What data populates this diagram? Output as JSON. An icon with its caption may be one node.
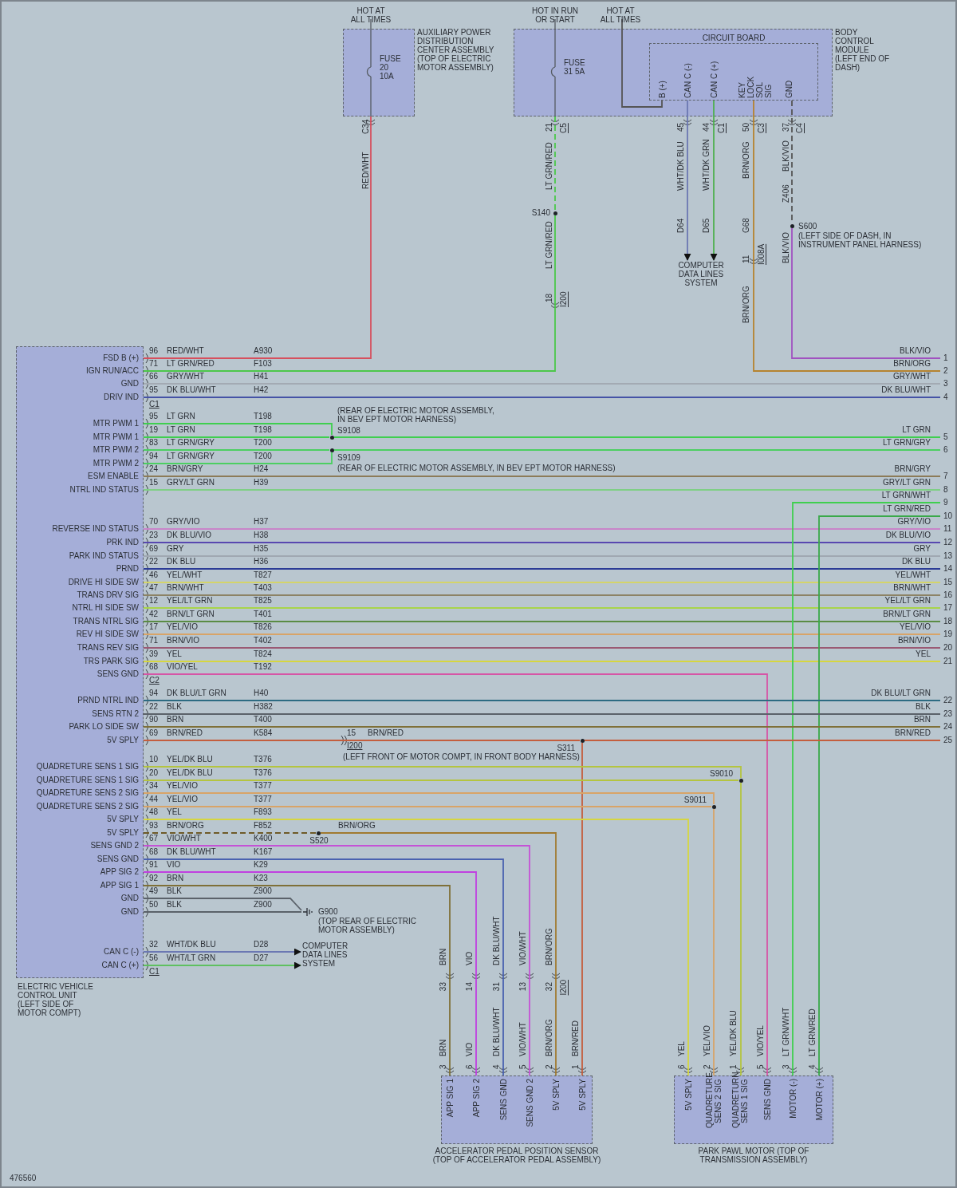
{
  "diagram": {
    "nodes": [
      {
        "text": [
          "FUSE 20 10A",
          "AUXILIARY POWER DISTRIBUTION CENTER ASSEMBLY (TOP OF ELECTRIC MOTOR ASSEMBLY)"
        ],
        "beside": [
          "HOT AT ALL TIMES"
        ]
      },
      {
        "text": [
          "FUSE 31 5A",
          "BODY CONTROL MODULE (LEFT END OF DASH)"
        ],
        "beside": [
          "HOT IN RUN OR START",
          "HOT AT ALL TIMES"
        ]
      },
      {
        "text": [
          "CIRCUIT BOARD",
          "B (+)",
          "CAN C (-)",
          "CAN C (+)",
          "KEY LOCK SOL SIG",
          "GND"
        ],
        "in": 1
      },
      {
        "text": [
          "COMPUTER DATA LINES SYSTEM"
        ]
      },
      {
        "text": [
          "S140"
        ]
      },
      {
        "text": [
          "S600"
        ],
        "beside": [
          "(LEFT SIDE OF DASH, IN INSTRUMENT PANEL HARNESS)"
        ]
      },
      {
        "text": [
          "ELECTRIC VEHICLE CONTROL UNIT (LEFT SIDE OF MOTOR COMPT)",
          "FSD B (+)",
          "IGN RUN/ACC",
          "GND",
          "DRIV IND",
          "MTR PWM 1",
          "MTR PWM 1",
          "MTR PWM 2",
          "MTR PWM 2",
          "ESM ENABLE",
          "NTRL IND STATUS",
          "REVERSE IND STATUS",
          "PRK IND",
          "PARK IND STATUS",
          "PRND",
          "DRIVE HI SIDE SW",
          "TRANS DRV SIG",
          "NTRL HI SIDE SW",
          "TRANS NTRL SIG",
          "REV HI SIDE SW",
          "TRANS REV SIG",
          "TRS PARK SIG",
          "SENS GND",
          "PRND NTRL IND",
          "SENS RTN 2",
          "PARK LO SIDE SW",
          "5V SPLY",
          "QUADRETURE SENS 1 SIG",
          "QUADRETURE SENS 1 SIG",
          "QUADRETURE SENS 2 SIG",
          "QUADRETURE SENS 2 SIG",
          "5V SPLY",
          "5V SPLY",
          "SENS GND 2",
          "SENS GND",
          "APP SIG 2",
          "APP SIG 1",
          "GND",
          "GND",
          "CAN C (-)",
          "CAN C (+)"
        ]
      },
      {
        "text": [
          "S9108"
        ],
        "beside": [
          "(REAR OF ELECTRIC MOTOR ASSEMBLY, IN BEV EPT MOTOR HARNESS)"
        ]
      },
      {
        "text": [
          "S9109"
        ],
        "beside": [
          "(REAR OF ELECTRIC MOTOR ASSEMBLY, IN BEV EPT MOTOR HARNESS)"
        ]
      },
      {
        "text": [
          "S311"
        ]
      },
      {
        "text": [
          "S9010"
        ]
      },
      {
        "text": [
          "S9011"
        ]
      },
      {
        "text": [
          "S520"
        ]
      },
      {
        "text": [
          "G900",
          "(TOP REAR OF ELECTRIC MOTOR ASSEMBLY)"
        ]
      },
      {
        "text": [
          "COMPUTER DATA LINES SYSTEM"
        ]
      },
      {
        "text": [
          "ACCELERATOR PEDAL POSITION SENSOR (TOP OF ACCELERATOR PEDAL ASSEMBLY)",
          "APP SIG 1",
          "APP SIG 2",
          "SENS GND",
          "SENS GND 2",
          "5V SPLY",
          "5V SPLY"
        ]
      },
      {
        "text": [
          "PARK PAWL MOTOR (TOP OF TRANSMISSION ASSEMBLY)",
          "5V SPLY",
          "QUADRETURE SENS 2 SIG",
          "QUADRETURN SENS 1 SIG",
          "SENS GND",
          "MOTOR (-)",
          "MOTOR (+)"
        ]
      },
      {
        "text": [
          "1"
        ]
      },
      {
        "text": [
          "2"
        ]
      },
      {
        "text": [
          "3"
        ]
      },
      {
        "text": [
          "4"
        ]
      },
      {
        "text": [
          "5"
        ]
      },
      {
        "text": [
          "6"
        ]
      },
      {
        "text": [
          "7"
        ]
      },
      {
        "text": [
          "8"
        ]
      },
      {
        "text": [
          "9"
        ]
      },
      {
        "text": [
          "10"
        ]
      },
      {
        "text": [
          "11"
        ]
      },
      {
        "text": [
          "12"
        ]
      },
      {
        "text": [
          "13"
        ]
      },
      {
        "text": [
          "14"
        ]
      },
      {
        "text": [
          "15"
        ]
      },
      {
        "text": [
          "16"
        ]
      },
      {
        "text": [
          "17"
        ]
      },
      {
        "text": [
          "18"
        ]
      },
      {
        "text": [
          "19"
        ]
      },
      {
        "text": [
          "20"
        ]
      },
      {
        "text": [
          "21"
        ]
      },
      {
        "text": [
          "22"
        ]
      },
      {
        "text": [
          "23"
        ]
      },
      {
        "text": [
          "24"
        ]
      },
      {
        "text": [
          "25"
        ]
      }
    ],
    "edges": [
      {
        "from": 0,
        "to": 6,
        "arrow": "none",
        "color": "#d6505e"
      },
      {
        "from": 1,
        "to": 4,
        "arrow": "none",
        "style": "dashed",
        "color": "#4cc74a"
      },
      {
        "from": 4,
        "to": 6,
        "arrow": "none",
        "color": "#4cc74a"
      },
      {
        "from": 2,
        "to": 3,
        "arrow": "to",
        "color": "#6b78b3"
      },
      {
        "from": 2,
        "to": 3,
        "arrow": "to",
        "color": "#4fb04f"
      },
      {
        "from": 2,
        "to": 18,
        "arrow": "none",
        "color": "#b5832f"
      },
      {
        "from": 2,
        "to": 5,
        "arrow": "none",
        "style": "dashed",
        "color": "#555555"
      },
      {
        "from": 5,
        "to": 17,
        "arrow": "none",
        "color": "#a052c0"
      },
      {
        "from": null,
        "to": 2,
        "arrow": "none",
        "color": "#555555"
      },
      {
        "from": 6,
        "to": 19,
        "arrow": "none",
        "color": "#a3aab3"
      },
      {
        "from": 6,
        "to": 20,
        "arrow": "none",
        "color": "#4553a6"
      },
      {
        "from": 6,
        "to": 7,
        "arrow": "none",
        "color": "#3fcf4f"
      },
      {
        "from": 6,
        "to": 7,
        "arrow": "none",
        "color": "#3fcf4f"
      },
      {
        "from": 7,
        "to": 21,
        "arrow": "none",
        "color": "#3fcf4f"
      },
      {
        "from": 6,
        "to": 8,
        "arrow": "none",
        "color": "#4ccf62"
      },
      {
        "from": 6,
        "to": 8,
        "arrow": "none",
        "color": "#4ccf62"
      },
      {
        "from": 8,
        "to": 22,
        "arrow": "none",
        "color": "#4ccf62"
      },
      {
        "from": 6,
        "to": 23,
        "arrow": "none",
        "color": "#8c7b58"
      },
      {
        "from": 6,
        "to": 24,
        "arrow": "none",
        "color": "#7fcf85"
      },
      {
        "from": 6,
        "to": 27,
        "arrow": "none",
        "color": "#c985c9"
      },
      {
        "from": 6,
        "to": 28,
        "arrow": "none",
        "color": "#5848b0"
      },
      {
        "from": 6,
        "to": 29,
        "arrow": "none",
        "color": "#a0a8b2"
      },
      {
        "from": 6,
        "to": 30,
        "arrow": "none",
        "color": "#2b3c96"
      },
      {
        "from": 6,
        "to": 31,
        "arrow": "none",
        "color": "#d4d46a"
      },
      {
        "from": 6,
        "to": 32,
        "arrow": "none",
        "color": "#8c8366"
      },
      {
        "from": 6,
        "to": 33,
        "arrow": "none",
        "color": "#a8d44a"
      },
      {
        "from": 6,
        "to": 34,
        "arrow": "none",
        "color": "#5a8c44"
      },
      {
        "from": 6,
        "to": 35,
        "arrow": "none",
        "color": "#d8a468"
      },
      {
        "from": 6,
        "to": 36,
        "arrow": "none",
        "color": "#9a5a74"
      },
      {
        "from": 6,
        "to": 37,
        "arrow": "none",
        "color": "#d6d640"
      },
      {
        "from": 6,
        "to": 16,
        "arrow": "none",
        "color": "#d655a6"
      },
      {
        "from": 25,
        "to": 16,
        "arrow": "none",
        "color": "#3fcf4f"
      },
      {
        "from": 26,
        "to": 16,
        "arrow": "none",
        "color": "#3aa94a"
      },
      {
        "from": 6,
        "to": 38,
        "arrow": "none",
        "color": "#2d6b82"
      },
      {
        "from": 6,
        "to": 39,
        "arrow": "none",
        "color": "#5b626a"
      },
      {
        "from": 6,
        "to": 40,
        "arrow": "none",
        "color": "#7f7038"
      },
      {
        "from": 6,
        "to": 9,
        "arrow": "none",
        "color": "#c45e3e"
      },
      {
        "from": 9,
        "to": 41,
        "arrow": "none",
        "color": "#c45e3e"
      },
      {
        "from": 9,
        "to": 15,
        "arrow": "none",
        "color": "#c45e3e"
      },
      {
        "from": 6,
        "to": 10,
        "arrow": "none",
        "color": "#b4c440"
      },
      {
        "from": 6,
        "to": 10,
        "arrow": "none",
        "color": "#b4c440"
      },
      {
        "from": 10,
        "to": 16,
        "arrow": "none",
        "color": "#b4c440"
      },
      {
        "from": 6,
        "to": 11,
        "arrow": "none",
        "color": "#d8a468"
      },
      {
        "from": 6,
        "to": 11,
        "arrow": "none",
        "color": "#d8a468"
      },
      {
        "from": 11,
        "to": 16,
        "arrow": "none",
        "color": "#d8a468"
      },
      {
        "from": 6,
        "to": 16,
        "arrow": "none",
        "color": "#d6d640"
      },
      {
        "from": 6,
        "to": 12,
        "arrow": "none",
        "style": "dashed",
        "color": "#6e5a28"
      },
      {
        "from": 12,
        "to": 15,
        "arrow": "none",
        "color": "#a07a30"
      },
      {
        "from": 6,
        "to": 15,
        "arrow": "none",
        "color": "#c552d6"
      },
      {
        "from": 6,
        "to": 15,
        "arrow": "none",
        "color": "#4a62b0"
      },
      {
        "from": 6,
        "to": 15,
        "arrow": "none",
        "color": "#c040e0"
      },
      {
        "from": 6,
        "to": 15,
        "arrow": "none",
        "color": "#7f7038"
      },
      {
        "from": 6,
        "to": 13,
        "arrow": "none",
        "color": "#5b626a"
      },
      {
        "from": 6,
        "to": 13,
        "arrow": "none",
        "color": "#5b626a"
      },
      {
        "from": 6,
        "to": 14,
        "arrow": "to",
        "color": "#6b78b3"
      },
      {
        "from": 6,
        "to": 14,
        "arrow": "to",
        "color": "#5fc060"
      }
    ],
    "labels": [
      "C34",
      "RED/WHT",
      "21",
      "C5",
      "LT GRN/RED",
      "LT GRN/RED",
      "18",
      "I200",
      "45",
      "WHT/DK BLU",
      "D64",
      "44",
      "C1",
      "WHT/DK GRN",
      "D65",
      "50",
      "C3",
      "BRN/ORG",
      "G68",
      "11",
      "I008A",
      "BRN/ORG",
      "37",
      "C4",
      "BLK/VIO",
      "Z406",
      "BLK/VIO",
      "96",
      "RED/WHT",
      "A930",
      "71",
      "LT GRN/RED",
      "F103",
      "66",
      "GRY/WHT",
      "H41",
      "95",
      "DK BLU/WHT",
      "H42",
      "95",
      "LT GRN",
      "T198",
      "19",
      "LT GRN",
      "T198",
      "83",
      "LT GRN/GRY",
      "T200",
      "94",
      "LT GRN/GRY",
      "T200",
      "24",
      "BRN/GRY",
      "H24",
      "15",
      "GRY/LT GRN",
      "H39",
      "70",
      "GRY/VIO",
      "H37",
      "23",
      "DK BLU/VIO",
      "H38",
      "69",
      "GRY",
      "H35",
      "22",
      "DK BLU",
      "H36",
      "46",
      "YEL/WHT",
      "T827",
      "47",
      "BRN/WHT",
      "T403",
      "12",
      "YEL/LT GRN",
      "T825",
      "42",
      "BRN/LT GRN",
      "T401",
      "17",
      "YEL/VIO",
      "T826",
      "71",
      "BRN/VIO",
      "T402",
      "39",
      "YEL",
      "T824",
      "68",
      "VIO/YEL",
      "T192",
      "94",
      "DK BLU/LT GRN",
      "H40",
      "22",
      "BLK",
      "H382",
      "90",
      "BRN",
      "T400",
      "69",
      "BRN/RED",
      "K584",
      "10",
      "YEL/DK BLU",
      "T376",
      "20",
      "YEL/DK BLU",
      "T376",
      "34",
      "YEL/VIO",
      "T377",
      "44",
      "YEL/VIO",
      "T377",
      "48",
      "YEL",
      "F893",
      "93",
      "BRN/ORG",
      "F852",
      "67",
      "VIO/WHT",
      "K400",
      "68",
      "DK BLU/WHT",
      "K167",
      "91",
      "VIO",
      "K29",
      "92",
      "BRN",
      "K23",
      "49",
      "BLK",
      "Z900",
      "50",
      "BLK",
      "Z900",
      "32",
      "WHT/DK BLU",
      "D28",
      "56",
      "WHT/LT GRN",
      "D27",
      "C1",
      "C2",
      "C1",
      "BLK/VIO",
      "BRN/ORG",
      "GRY/WHT",
      "DK BLU/WHT",
      "LT GRN",
      "LT GRN/GRY",
      "BRN/GRY",
      "GRY/LT GRN",
      "LT GRN/WHT",
      "LT GRN/RED",
      "GRY/VIO",
      "DK BLU/VIO",
      "GRY",
      "DK BLU",
      "YEL/WHT",
      "BRN/WHT",
      "YEL/LT GRN",
      "BRN/LT GRN",
      "YEL/VIO",
      "BRN/VIO",
      "YEL",
      "DK BLU/LT GRN",
      "BLK",
      "BRN",
      "15",
      "BRN/RED",
      "BRN/RED",
      "I200",
      "(LEFT FRONT OF MOTOR COMPT, IN FRONT BODY HARNESS)",
      "BRN/ORG",
      "BRN",
      "33",
      "VIO",
      "14",
      "DK BLU/WHT",
      "31",
      "VIO/WHT",
      "13",
      "BRN/ORG",
      "32",
      "I200",
      "3",
      "BRN",
      "6",
      "VIO",
      "4",
      "DK BLU/WHT",
      "5",
      "VIO/WHT",
      "2",
      "BRN/ORG",
      "1",
      "BRN/RED",
      "6",
      "YEL",
      "2",
      "YEL/VIO",
      "1",
      "YEL/DK BLU",
      "5",
      "VIO/YEL",
      "3",
      "LT GRN/WHT",
      "4",
      "LT GRN/RED",
      "476560"
    ]
  }
}
